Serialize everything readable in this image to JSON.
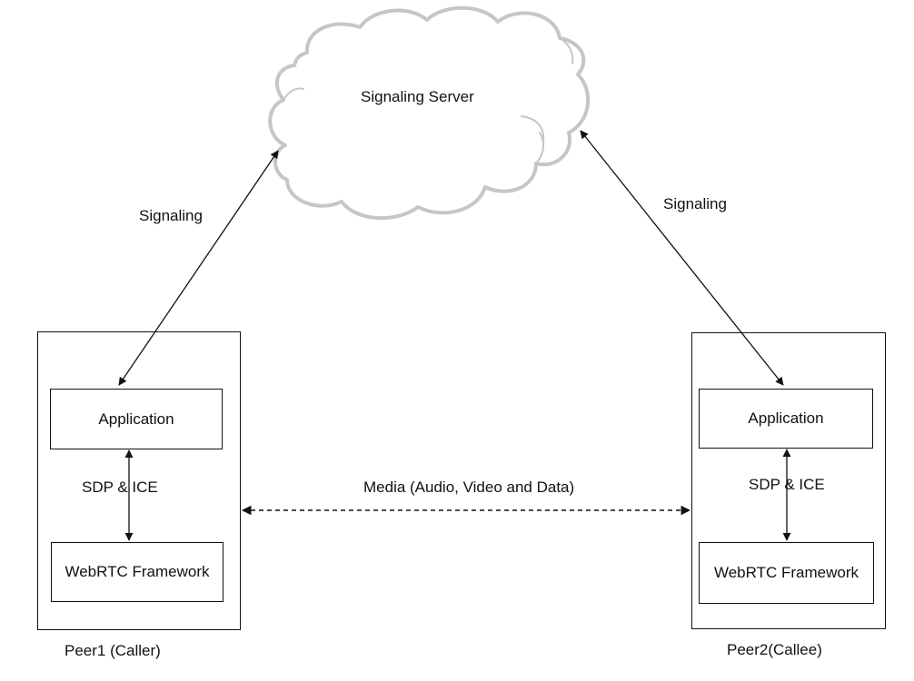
{
  "server": {
    "label": "Signaling Server"
  },
  "signaling": {
    "left_label": "Signaling",
    "right_label": "Signaling"
  },
  "media": {
    "label": "Media (Audio, Video and Data)"
  },
  "peer1": {
    "label": "Peer1 (Caller)",
    "application": "Application",
    "framework": "WebRTC Framework",
    "link_label": "SDP & ICE"
  },
  "peer2": {
    "label": "Peer2(Callee)",
    "application": "Application",
    "framework": "WebRTC Framework",
    "link_label": "SDP & ICE"
  },
  "colors": {
    "cloud_stroke": "#c6c6c6",
    "lines": "#111111",
    "background": "#ffffff"
  }
}
